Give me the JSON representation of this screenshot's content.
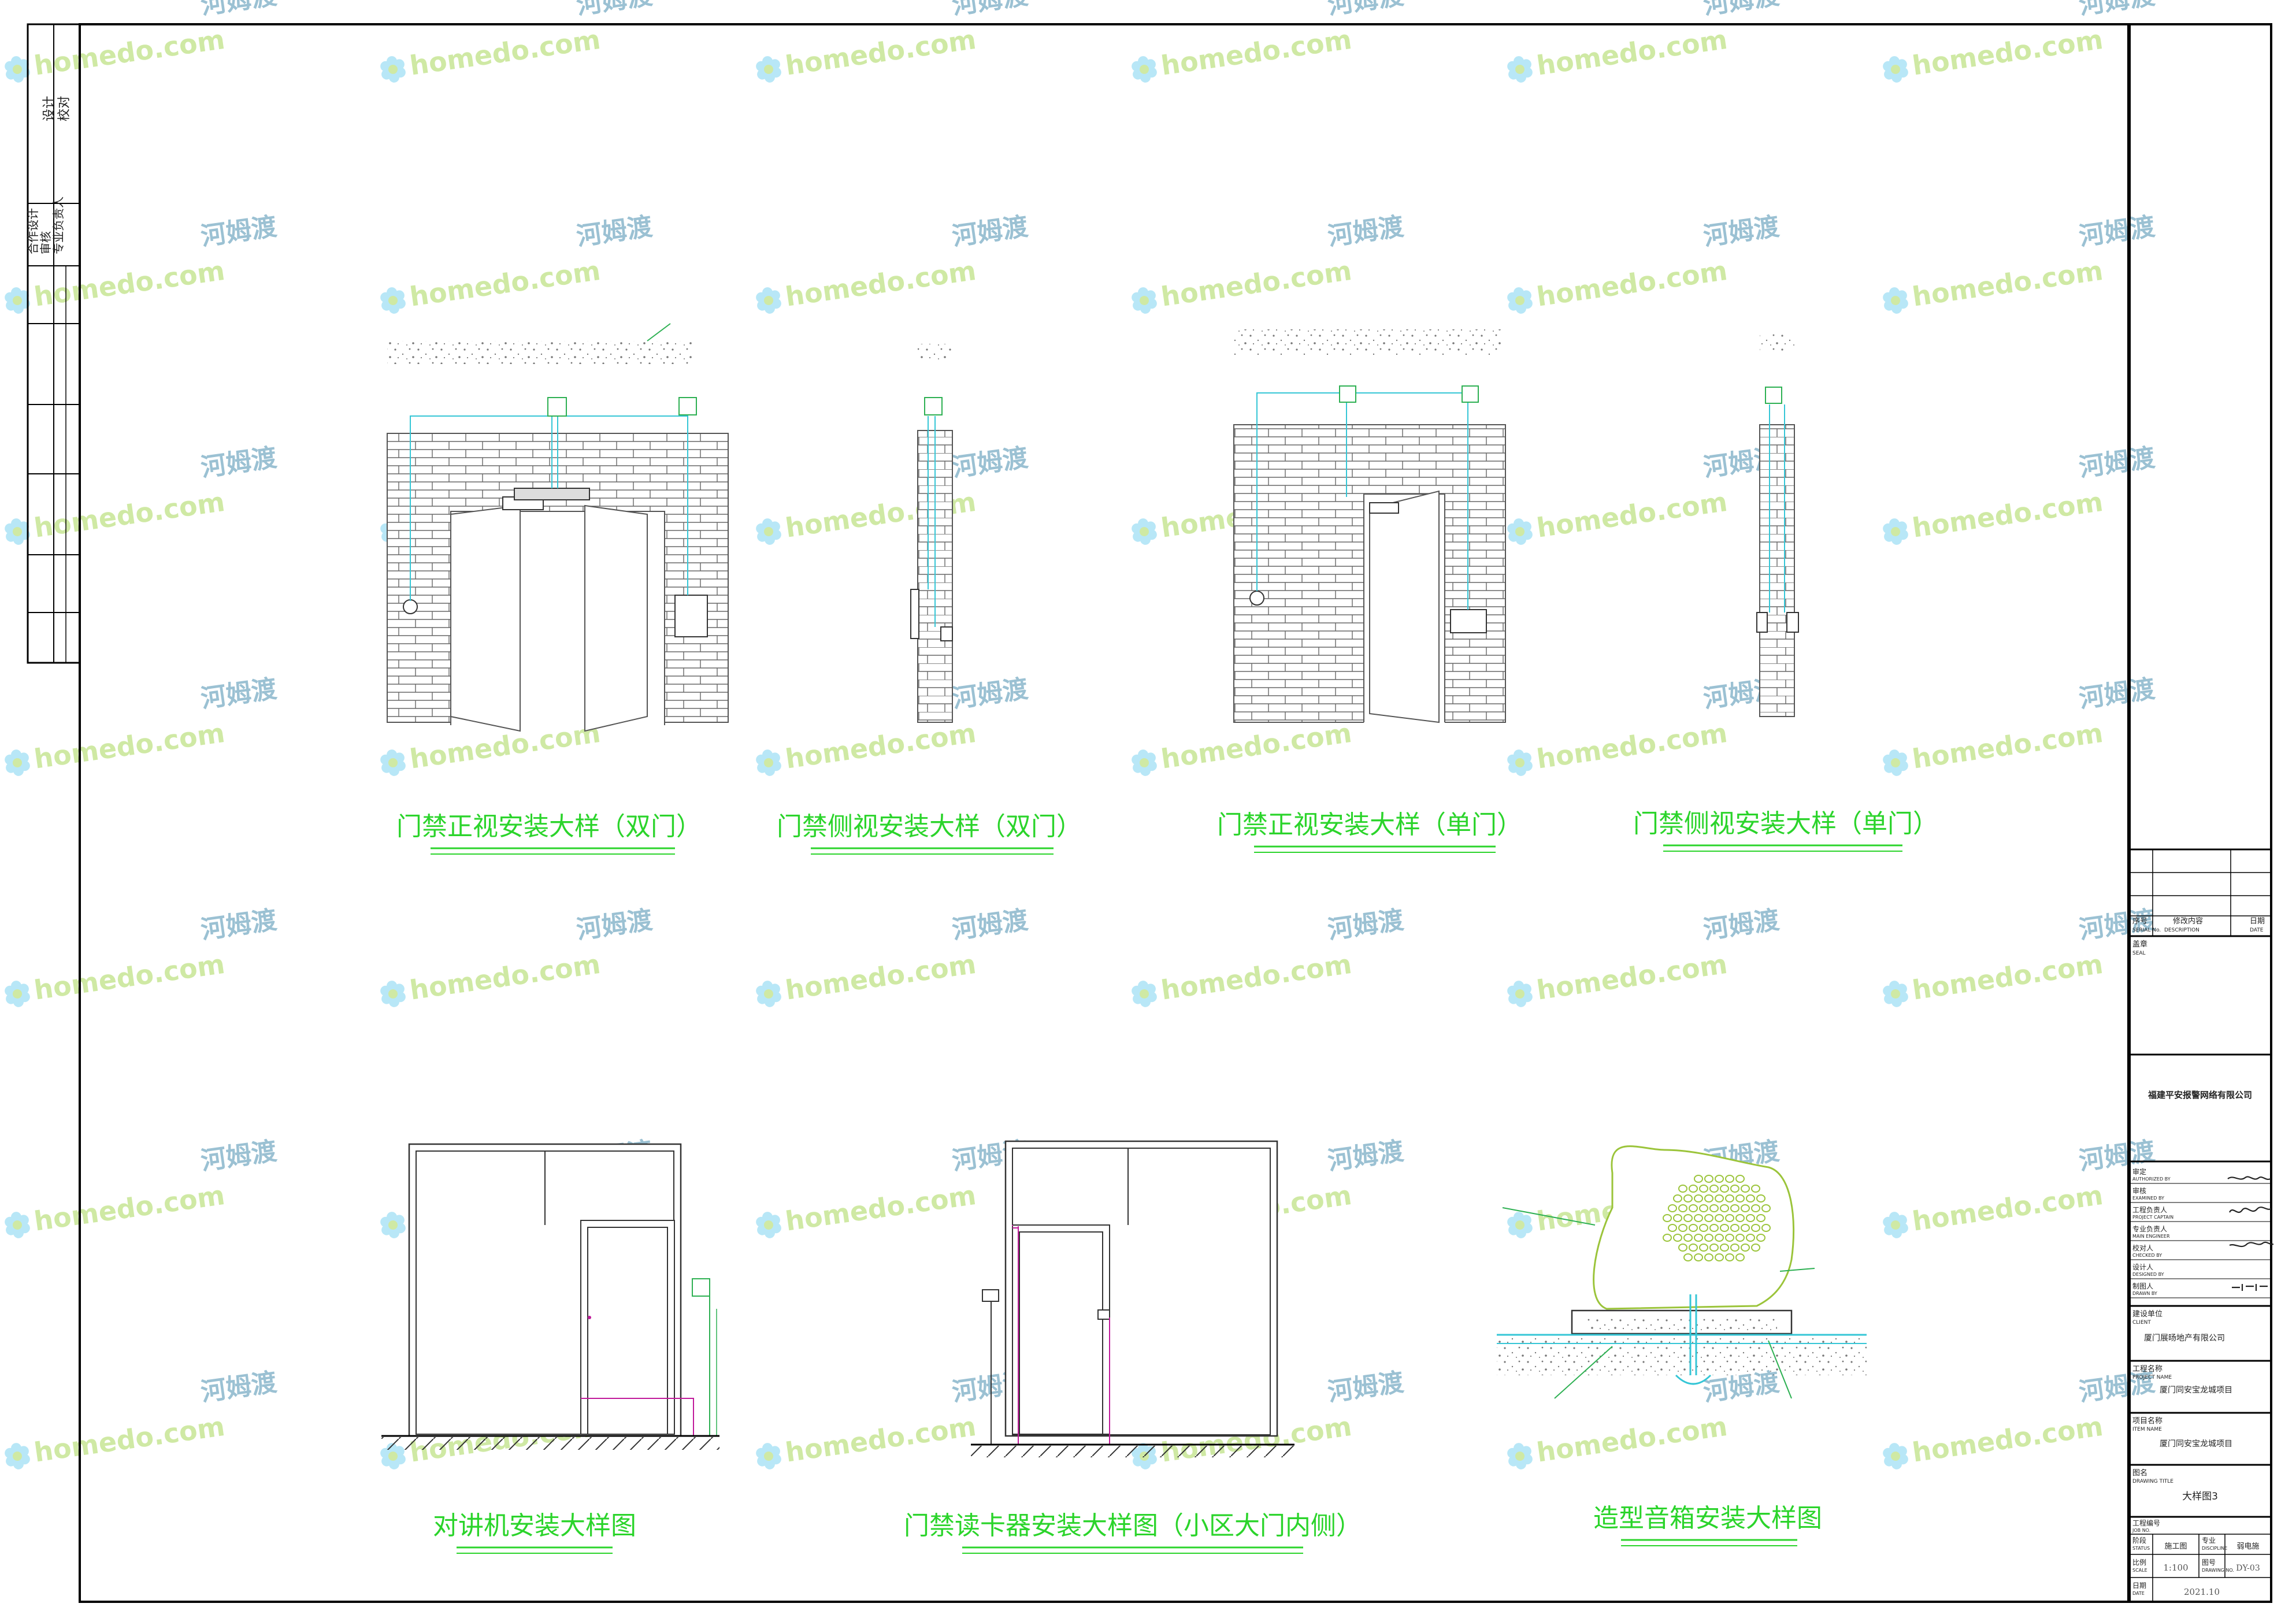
{
  "drawings": {
    "d1": {
      "title": "门禁正视安装大样（双门）"
    },
    "d2": {
      "title": "门禁侧视安装大样（双门）"
    },
    "d3": {
      "title": "门禁正视安装大样（单门）"
    },
    "d4": {
      "title": "门禁侧视安装大样（单门）"
    },
    "d5": {
      "title": "对讲机安装大样图"
    },
    "d6": {
      "title": "门禁读卡器安装大样图（小区大门内侧）"
    },
    "d7": {
      "title": "造型音箱安装大样图"
    }
  },
  "watermark": {
    "brand": "homedo.com",
    "cn": "河姆渡"
  },
  "left_strip": {
    "lines": [
      "设计",
      "校对",
      "合作设计",
      "审核",
      "专业负责人"
    ]
  },
  "title_block": {
    "rev_header": {
      "no": "序号",
      "no_en": "SERIAL No.",
      "desc": "修改内容",
      "desc_en": "DESCRIPTION",
      "date": "日期",
      "date_en": "DATE"
    },
    "seal_label": "盖章",
    "seal_en": "SEAL",
    "company": "福建平安报警网络有限公司",
    "roles": [
      {
        "cn": "审定",
        "en": "AUTHORIZED BY"
      },
      {
        "cn": "审核",
        "en": "EXAMINED BY"
      },
      {
        "cn": "工程负责人",
        "en": "PROJECT CAPTAIN"
      },
      {
        "cn": "专业负责人",
        "en": "MAIN ENGINEER"
      },
      {
        "cn": "校对人",
        "en": "CHECKED BY"
      },
      {
        "cn": "设计人",
        "en": "DESIGNED BY"
      },
      {
        "cn": "制图人",
        "en": "DRAWN BY"
      }
    ],
    "client_label": "建设单位",
    "client_en": "CLIENT",
    "client": "厦门展旸地产有限公司",
    "project_label": "工程名称",
    "project_en": "PROJECT NAME",
    "project": "厦门同安宝龙城项目",
    "item_label": "项目名称",
    "item_en": "ITEM NAME",
    "item": "厦门同安宝龙城项目",
    "dtitle_label": "图名",
    "dtitle_en": "DRAWING TITLE",
    "dtitle": "大样图3",
    "jobno_label": "工程编号",
    "jobno_en": "JOB NO.",
    "status_label": "阶段",
    "status_en": "STATUS",
    "status": "施工图",
    "discipline_label": "专业",
    "discipline_en": "DISCIPLINE",
    "discipline": "弱电施",
    "scale_label": "比例",
    "scale_en": "SCALE",
    "scale": "1:100",
    "drawno_label": "图号",
    "drawno_en": "DRAWING NO.",
    "drawno": "DY-03",
    "date_label": "日期",
    "date_en": "DATE",
    "date": "2021.10"
  }
}
